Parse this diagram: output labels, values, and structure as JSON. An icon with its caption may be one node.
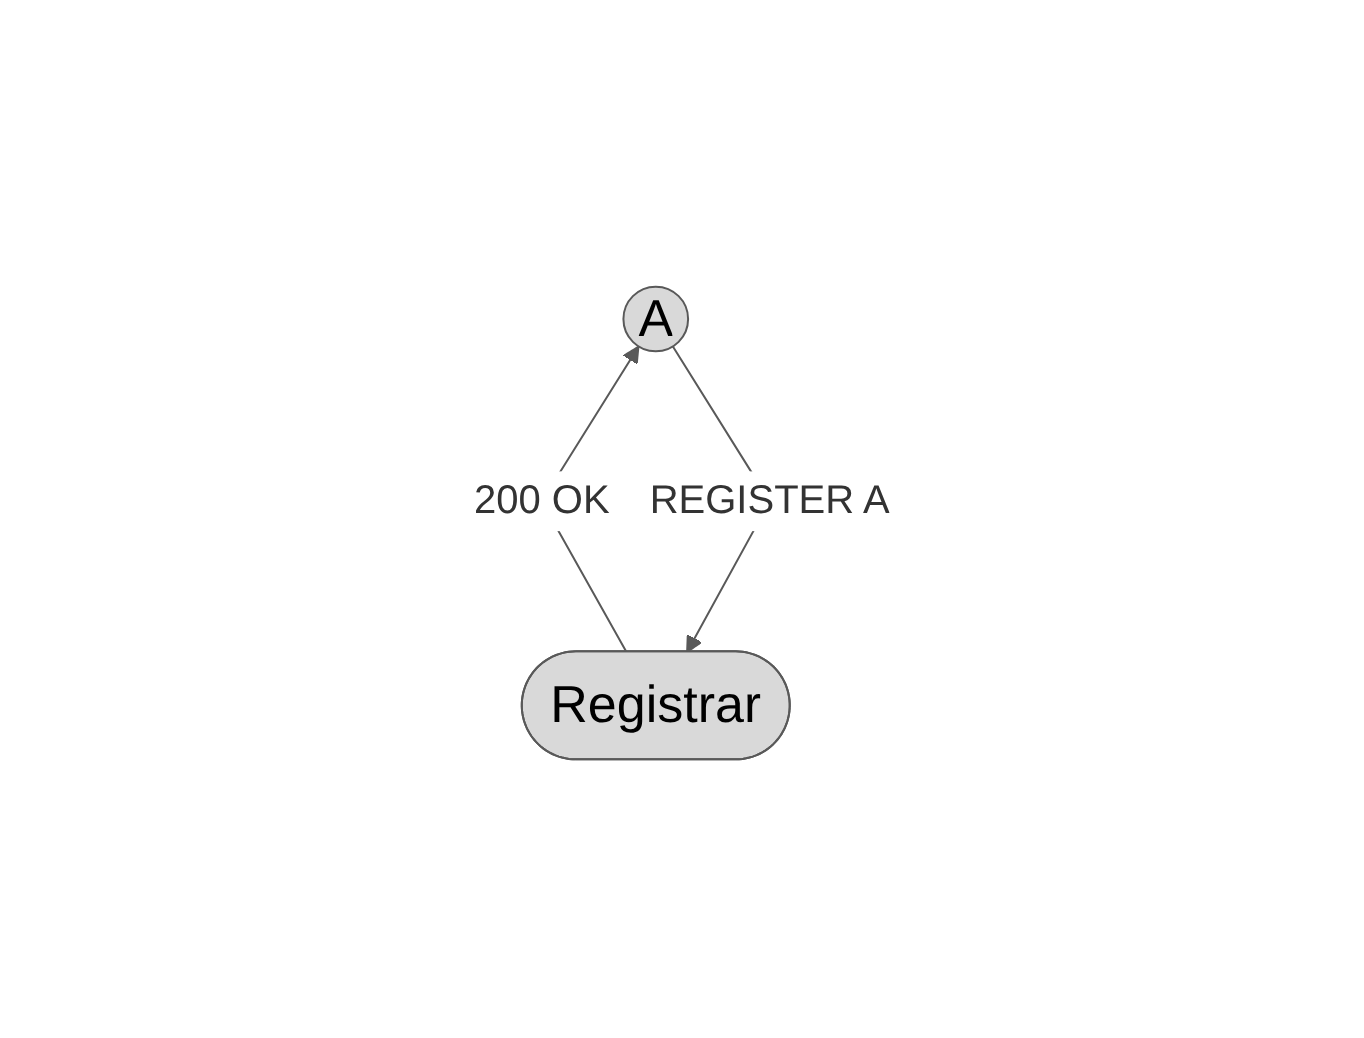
{
  "diagram": {
    "nodes": [
      {
        "text": [
          "Registrar"
        ]
      },
      {
        "text": [
          "A"
        ]
      }
    ],
    "edges": [
      {
        "from": 1,
        "to": 0,
        "arrow": "to",
        "label": "REGISTER A"
      },
      {
        "from": 0,
        "to": 1,
        "arrow": "to",
        "label": "200 OK"
      }
    ]
  }
}
